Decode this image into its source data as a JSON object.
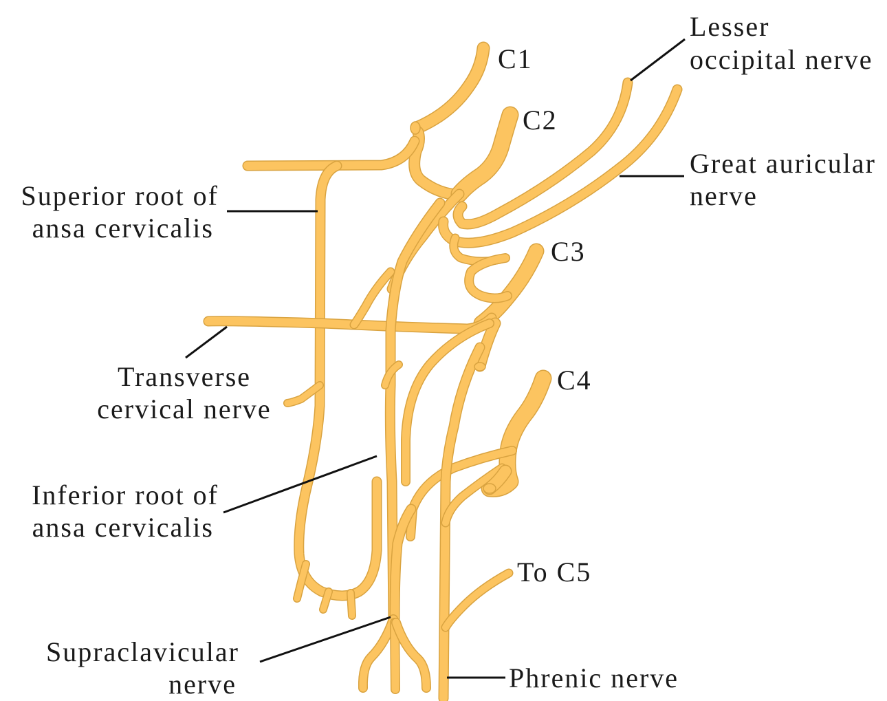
{
  "labels": {
    "c1": "C1",
    "c2": "C2",
    "c3": "C3",
    "c4": "C4",
    "to_c5": "To C5",
    "lesser_occipital_line1": "Lesser",
    "lesser_occipital_line2": "occipital nerve",
    "great_auricular_line1": "Great auricular",
    "great_auricular_line2": "nerve",
    "superior_root_line1": "Superior root of",
    "superior_root_line2": "ansa cervicalis",
    "transverse_cervical_line1": "Transverse",
    "transverse_cervical_line2": "cervical nerve",
    "inferior_root_line1": "Inferior root of",
    "inferior_root_line2": "ansa cervicalis",
    "supraclavicular_line1": "Supraclavicular",
    "supraclavicular_line2": "nerve",
    "phrenic": "Phrenic nerve"
  },
  "colors": {
    "nerve_fill": "#fcc460",
    "nerve_outline": "#d9a340",
    "leader_line": "#111111",
    "label_text": "#1a1a1a"
  }
}
